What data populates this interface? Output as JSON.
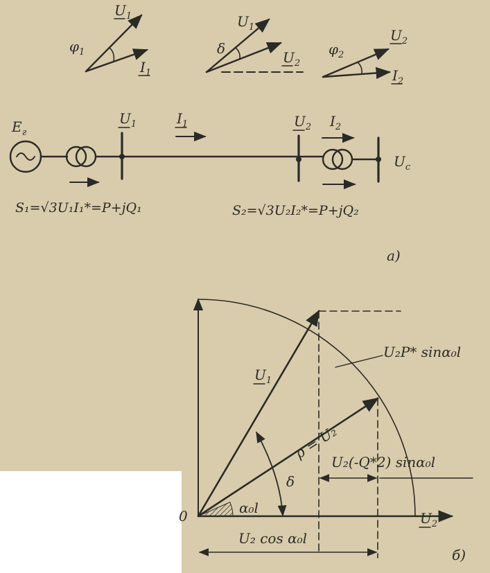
{
  "top_phasors": {
    "left": {
      "voltage": "U",
      "voltage_sub": "1",
      "current": "I",
      "current_sub": "1",
      "angle": "φ",
      "angle_sub": "1"
    },
    "middle": {
      "voltage1": "U",
      "voltage1_sub": "1",
      "voltage2": "U",
      "voltage2_sub": "2",
      "angle": "δ"
    },
    "right": {
      "voltage": "U",
      "voltage_sub": "2",
      "current": "I",
      "current_sub": "2",
      "angle": "φ",
      "angle_sub": "2"
    }
  },
  "circuit": {
    "generator": "E",
    "generator_sub": "г",
    "bus1": "U",
    "bus1_sub": "1",
    "current1": "I",
    "current1_sub": "1",
    "bus2": "U",
    "bus2_sub": "2",
    "current2": "I",
    "current2_sub": "2",
    "system": "U",
    "system_sub": "c",
    "s1_equation": "S₁=√3U₁I₁*=P+jQ₁",
    "s2_equation": "S₂=√3U₂I₂*=P+jQ₂",
    "label_a": "а)"
  },
  "vector_diagram": {
    "origin": "0",
    "u1": "U",
    "u1_sub": "1",
    "rho": "ρ = U₂",
    "delta": "δ",
    "alpha": "α₀l",
    "u2": "U",
    "u2_sub": "2",
    "proj1": "U₂P* sinα₀l",
    "proj2": "U₂(-Q*2) sinα₀l",
    "proj3": "U₂ cos α₀l",
    "label_b": "б)"
  }
}
